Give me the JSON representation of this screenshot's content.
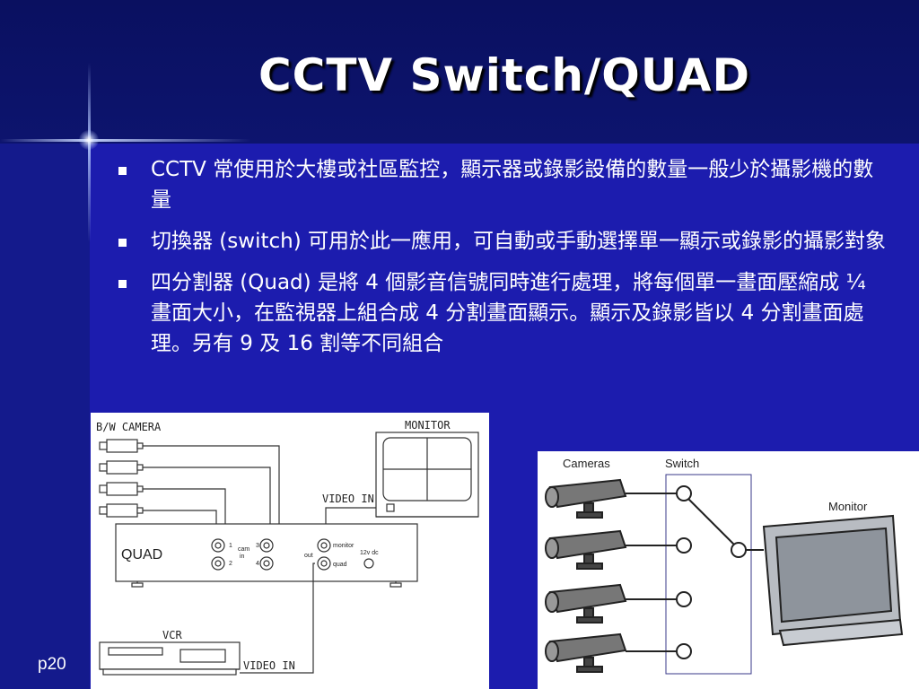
{
  "slide": {
    "title": "CCTV Switch/QUAD",
    "page_number": "p20",
    "bullets": [
      "CCTV 常使用於大樓或社區監控，顯示器或錄影設備的數量一般少於攝影機的數量",
      "切換器 (switch) 可用於此一應用，可自動或手動選擇單一顯示或錄影的攝影對象",
      "四分割器 (Quad) 是將 4 個影音信號同時進行處理，將每個單一畫面壓縮成 ¼ 畫面大小，在監視器上組合成 4 分割畫面顯示。顯示及錄影皆以 4 分割畫面處理。另有 9 及 16 割等不同組合"
    ]
  },
  "quad_diagram": {
    "camera_label": "B/W CAMERA",
    "monitor_label": "MONITOR",
    "video_in_monitor": "VIDEO IN",
    "quad_label": "QUAD",
    "cam_in_top": "cam",
    "cam_in_bottom": "in",
    "port_1": "1",
    "port_2": "2",
    "port_3": "3",
    "port_4": "4",
    "monitor_port": "monitor",
    "quad_port": "quad",
    "out_label": "out",
    "power_label": "12v dc",
    "vcr_label": "VCR",
    "video_in_vcr": "VIDEO IN"
  },
  "switch_diagram": {
    "cameras_label": "Cameras",
    "switch_label": "Switch",
    "monitor_label": "Monitor"
  },
  "colors": {
    "background": "#141a8c",
    "content_panel": "#1c1cae",
    "text": "#ffffff"
  }
}
